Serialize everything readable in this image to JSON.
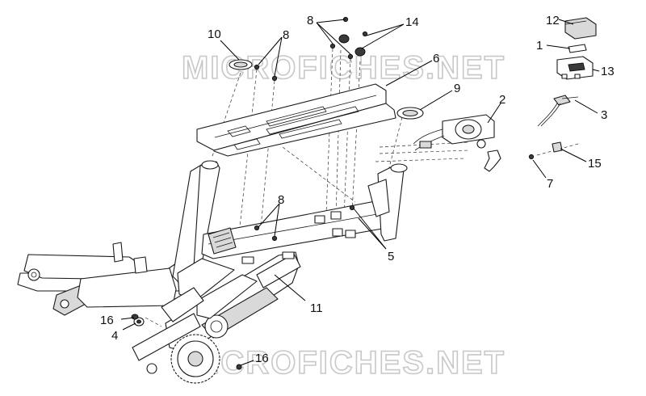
{
  "watermark": {
    "text": "MICROFICHES.NET"
  },
  "callouts": [
    {
      "id": "c12",
      "label": "12"
    },
    {
      "id": "c1",
      "label": "1"
    },
    {
      "id": "c13",
      "label": "13"
    },
    {
      "id": "c3",
      "label": "3"
    },
    {
      "id": "c15",
      "label": "15"
    },
    {
      "id": "c7",
      "label": "7"
    },
    {
      "id": "c10",
      "label": "10"
    },
    {
      "id": "c8a",
      "label": "8"
    },
    {
      "id": "c8b",
      "label": "8"
    },
    {
      "id": "c14",
      "label": "14"
    },
    {
      "id": "c6",
      "label": "6"
    },
    {
      "id": "c9",
      "label": "9"
    },
    {
      "id": "c2",
      "label": "2"
    },
    {
      "id": "c8c",
      "label": "8"
    },
    {
      "id": "c5",
      "label": "5"
    },
    {
      "id": "c11",
      "label": "11"
    },
    {
      "id": "c16a",
      "label": "16"
    },
    {
      "id": "c4",
      "label": "4"
    },
    {
      "id": "c16b",
      "label": "16"
    }
  ]
}
